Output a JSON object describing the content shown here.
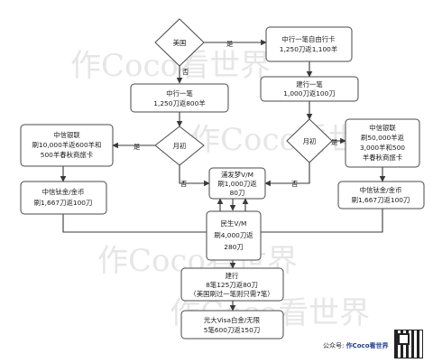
{
  "nodes": {
    "n_us": {
      "lines": [
        "美国"
      ]
    },
    "n_cn_bank_free": {
      "lines": [
        "中行一笔自由行卡",
        "1,250刀返1,100羊"
      ]
    },
    "n_cn_bank_one": {
      "lines": [
        "中行一笔",
        "1,250刀返800羊"
      ]
    },
    "n_ccb_one": {
      "lines": [
        "建行一笔",
        "1,000刀返100刀"
      ]
    },
    "n_month_left": {
      "lines": [
        "月初"
      ]
    },
    "n_month_right": {
      "lines": [
        "月初"
      ]
    },
    "n_citic_union_left": {
      "lines": [
        "中信银联",
        "刷10,000羊返600羊和",
        "500羊春秋商旅卡"
      ]
    },
    "n_citic_union_right": {
      "lines": [
        "中信银联",
        "刷50,000羊返",
        "3,000羊和500",
        "羊春秋商旅卡"
      ]
    },
    "n_citic_ti_left": {
      "lines": [
        "中信钛金/金币",
        "刷1,667刀返100刀"
      ]
    },
    "n_citic_ti_right": {
      "lines": [
        "中信钛金/金币",
        "刷1,667刀返100刀"
      ]
    },
    "n_spdb": {
      "lines": [
        "浦发梦V/M",
        "刷1,000刀返",
        "80刀"
      ]
    },
    "n_cmbc": {
      "lines": [
        "民生V/M",
        "刷4,000刀返",
        "280刀"
      ]
    },
    "n_ccb_multi": {
      "lines": [
        "建行",
        "8笔125刀返80刀",
        "（美国刷过一笔则只需7笔）"
      ]
    },
    "n_ceb": {
      "lines": [
        "光大Visa白金/无限",
        "5笔600刀返150刀"
      ]
    }
  },
  "edge_labels": {
    "yes_us": "是",
    "no_us": "否",
    "yes_left": "是",
    "no_left": "否",
    "yes_right": "是",
    "no_right": "否"
  },
  "watermark": {
    "text1": "作Coco看世界",
    "text2": "作Coco看世界",
    "text3": "作Coco看世界",
    "text4": "作Coco看世界"
  },
  "footer": {
    "label": "公众号:",
    "handle": "作Coco看世界"
  }
}
